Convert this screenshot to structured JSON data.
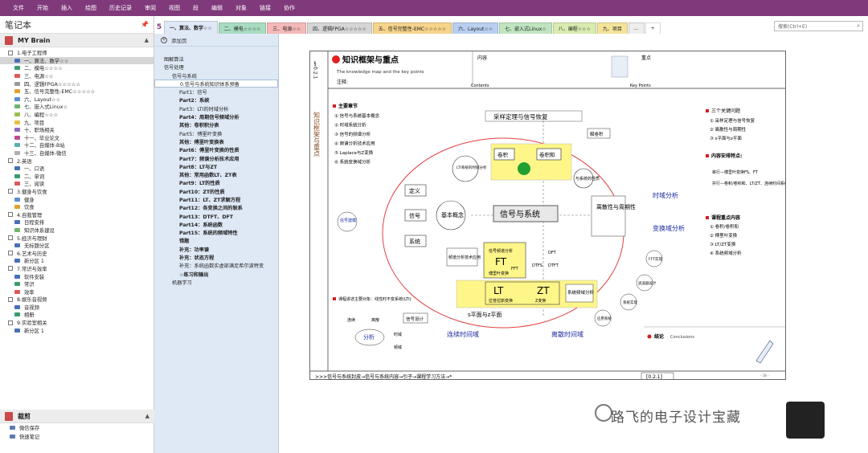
{
  "menu": [
    "文件",
    "开始",
    "插入",
    "绘图",
    "历史记录",
    "审阅",
    "视图",
    "段",
    "编辑",
    "对象",
    "链接",
    "协作"
  ],
  "notebook": {
    "title": "笔记本",
    "name": "MY Brain",
    "sections": [
      {
        "label": "1.电子工程师",
        "type": "group",
        "color": "#777"
      },
      {
        "label": "一、算法、数学☆☆",
        "type": "item",
        "color": "#4a6fb5",
        "selected": true
      },
      {
        "label": "二、模电☆☆☆☆",
        "type": "item",
        "color": "#3b9b6f"
      },
      {
        "label": "三、电源☆☆",
        "type": "item",
        "color": "#d95a5a"
      },
      {
        "label": "四、逻辑FPGA☆☆☆☆☆",
        "type": "item",
        "color": "#9a9a9a"
      },
      {
        "label": "五、信号完整性-EMC☆☆☆☆☆",
        "type": "item",
        "color": "#e0a030"
      },
      {
        "label": "六、Layout☆☆",
        "type": "item",
        "color": "#5a8fd0"
      },
      {
        "label": "七、嵌入式Linux☆",
        "type": "item",
        "color": "#6db56d"
      },
      {
        "label": "八、编程☆☆☆",
        "type": "item",
        "color": "#9ac050"
      },
      {
        "label": "九、项目",
        "type": "item",
        "color": "#e8c040"
      },
      {
        "label": "十、职场相关",
        "type": "item",
        "color": "#8f6bc0"
      },
      {
        "label": "十一、毕业论文",
        "type": "item",
        "color": "#c04a8f"
      },
      {
        "label": "十二、自媒体-B站",
        "type": "item",
        "color": "#5ab0b0"
      },
      {
        "label": "十三、自媒体-微信",
        "type": "item",
        "color": "#b0b0b0"
      },
      {
        "label": "2.英语",
        "type": "group",
        "color": "#777"
      },
      {
        "label": "一、口语",
        "type": "item",
        "color": "#4a6fb5"
      },
      {
        "label": "二、单词",
        "type": "item",
        "color": "#3b9b6f"
      },
      {
        "label": "三、阅读",
        "type": "item",
        "color": "#d95a5a"
      },
      {
        "label": "3.健身与饮食",
        "type": "group",
        "color": "#777"
      },
      {
        "label": "健身",
        "type": "item",
        "color": "#5a8fd0"
      },
      {
        "label": "饮食",
        "type": "item",
        "color": "#e0a030"
      },
      {
        "label": "4.自我管理",
        "type": "group",
        "color": "#777"
      },
      {
        "label": "日程安排",
        "type": "item",
        "color": "#4a6fb5"
      },
      {
        "label": "知识体系建设",
        "type": "item",
        "color": "#6db56d"
      },
      {
        "label": "5.经济与理财",
        "type": "group",
        "color": "#777"
      },
      {
        "label": "无标题分区",
        "type": "item",
        "color": "#4a6fb5"
      },
      {
        "label": "6.艺术与历史",
        "type": "group",
        "color": "#777"
      },
      {
        "label": "新分区 1",
        "type": "item",
        "color": "#4a6fb5"
      },
      {
        "label": "7.常识与效率",
        "type": "group",
        "color": "#777"
      },
      {
        "label": "软件安装",
        "type": "item",
        "color": "#4a6fb5"
      },
      {
        "label": "常识",
        "type": "item",
        "color": "#3b9b6f"
      },
      {
        "label": "效率",
        "type": "item",
        "color": "#d95a5a"
      },
      {
        "label": "8.娱乐音视频",
        "type": "group",
        "color": "#777"
      },
      {
        "label": "音视频",
        "type": "item",
        "color": "#4a6fb5"
      },
      {
        "label": "相册",
        "type": "item",
        "color": "#3b9b6f"
      },
      {
        "label": "9.实验室相关",
        "type": "group",
        "color": "#777"
      },
      {
        "label": "新分区 1",
        "type": "item",
        "color": "#4a6fb5"
      }
    ],
    "second_name": "裁剪",
    "quick": [
      "微信保存",
      "快速笔记"
    ]
  },
  "tabs": {
    "number": "5",
    "items": [
      {
        "label": "一、算法、数学☆☆",
        "color": "#dfe9f6",
        "active": true
      },
      {
        "label": "二、模电☆☆☆☆",
        "color": "#a8dcc0"
      },
      {
        "label": "三、电源☆☆",
        "color": "#f4b8b8"
      },
      {
        "label": "四、逻辑FPGA☆☆☆☆☆",
        "color": "#d6d6d6"
      },
      {
        "label": "五、信号完整性-EMC☆☆☆☆☆",
        "color": "#f6d48a"
      },
      {
        "label": "六、Layout☆☆",
        "color": "#b8cff0"
      },
      {
        "label": "七、嵌入式Linux☆",
        "color": "#c0e4c0"
      },
      {
        "label": "八、编程☆☆☆",
        "color": "#d8ecb0"
      },
      {
        "label": "九、项目",
        "color": "#f4e49a"
      },
      {
        "label": "...",
        "color": "#eeeeee"
      }
    ],
    "plus": "+",
    "search_placeholder": "搜索(Ctrl+E)"
  },
  "pages": {
    "add_label": "添加页",
    "items": [
      {
        "label": "",
        "level": 0
      },
      {
        "label": "图解算法",
        "level": 0
      },
      {
        "label": "信号处理",
        "level": 0
      },
      {
        "label": "信号与系统",
        "level": 1
      },
      {
        "label": "0.信号与系统知识体系预备",
        "level": 2,
        "selected": true
      },
      {
        "label": "Part1：信号",
        "level": 2
      },
      {
        "label": "Part2：系统",
        "level": 2,
        "bold": true
      },
      {
        "label": "Part3：LTI的时域分析",
        "level": 2
      },
      {
        "label": "Part4：周期信号频域分析",
        "level": 2,
        "bold": true
      },
      {
        "label": "其他：卷积积分表",
        "level": 2,
        "bold": true
      },
      {
        "label": "Part5：傅里叶变换",
        "level": 2
      },
      {
        "label": "其他：傅里叶变换表",
        "level": 2,
        "bold": true
      },
      {
        "label": "Part6：傅里叶变换的性质",
        "level": 2,
        "bold": true
      },
      {
        "label": "Part7：频谱分析技术应用",
        "level": 2,
        "bold": true
      },
      {
        "label": "Part8：LT与ZT",
        "level": 2,
        "bold": true
      },
      {
        "label": "其他：常用函数LT、ZT表",
        "level": 2,
        "bold": true
      },
      {
        "label": "Part9：LT的性质",
        "level": 2,
        "bold": true
      },
      {
        "label": "Part10：ZT的性质",
        "level": 2,
        "bold": true
      },
      {
        "label": "Part11：LT、ZT求解方程",
        "level": 2,
        "bold": true
      },
      {
        "label": "Part12：各变换之间的联系",
        "level": 2,
        "bold": true
      },
      {
        "label": "Part13：DTFT、DFT",
        "level": 2,
        "bold": true
      },
      {
        "label": "Part14：系统函数",
        "level": 2,
        "bold": true
      },
      {
        "label": "Part15：系统的频域特性",
        "level": 2,
        "bold": true
      },
      {
        "label": "错题",
        "level": 2,
        "bold": true
      },
      {
        "label": "补充：功率谱",
        "level": 2,
        "bold": true
      },
      {
        "label": "补充：状态方程",
        "level": 2,
        "bold": true
      },
      {
        "label": "补充：系统函数实虚部满足希尔波特变",
        "level": 2
      },
      {
        "label": "☆练习和输出",
        "level": 2,
        "bold": true
      },
      {
        "label": "机器学习",
        "level": 1
      }
    ]
  },
  "doc": {
    "side_title": "§0.2.1",
    "side_vert": "知识框架与重点",
    "heading": "知识框架与重点",
    "heading_en": "The knowledge map and the key points",
    "note": "注释:",
    "contents_cn": "内容",
    "contents_en": "Contents",
    "key_cn": "重点",
    "key_en": "Key Points",
    "main_title": "主要章节",
    "chapters": [
      "① 信号与系统基本概念",
      "② 时域系统分析",
      "③ 信号的频谱分析",
      "④ 频谱分析技术应用",
      "⑤ Laplace与Z变换",
      "⑥ 系统变换域分析"
    ],
    "top_caption": "采样定理与信号恢复",
    "center": "信号与系统",
    "basic": "基本概念",
    "signal": "信号",
    "system": "系统",
    "define": "定义",
    "ft": "FT",
    "ft_sub": "信号频谱分析",
    "ft_under": "傅里叶变换",
    "lt": "LT",
    "zt": "ZT",
    "lt_sub": "拉普拉斯变换",
    "zt_sub": "Z变换",
    "conv": "卷积",
    "conv_sum": "卷积和",
    "sys_char": "与系统的性质",
    "freq_tech": "频谱分析技术应用",
    "discrete": "离散性与周期性",
    "fft": "FFT",
    "dft": "DFT",
    "dtfs": "DTFS",
    "dtft": "DTFT",
    "sys_freq": "系统频域分析",
    "s_plane": "s平面与z平面",
    "cont_time": "连续时间域",
    "disc_time": "离散时间域",
    "time_analysis": "时域分析",
    "freq_analysis": "变换域分析",
    "signal_model": "信号建模",
    "sig_design": "信号设计",
    "fft_impl": "FFT实现",
    "filter_design": "滤波器设计",
    "sys_impl": "系统实现",
    "apply_sys": "应用系统",
    "conv_node": "解卷积",
    "lti_box": "LTI系统的时域分析",
    "lti_note": "课程讲述主要对象：线性时不变系统(LTI)",
    "analysis": "分析",
    "conn": "连续",
    "disc": "离散",
    "time_dom": "时域",
    "freq_dom": "频域",
    "key_title": "三个关键问题",
    "key_items": [
      "① 采样定理与信号恢复",
      "② 离散性与周期性",
      "③ s平面与z平面"
    ],
    "content_title": "内容安排特点:",
    "content_items": [
      "串行—傅里叶变换FS、FT",
      "并行—卷积/卷积和、LT/ZT、连续时间系统-离散时间系统"
    ],
    "course_title": "课程重点内容",
    "course_items": [
      "① 卷积/卷积和",
      "② 傅里叶变换",
      "③ LT/ZT变换",
      "④ 系统频域分析"
    ],
    "conclusion": "结论",
    "conclusion_en": "Conclusions",
    "footer_path": ">>>信号与系统封皮→信号与系统内容→引子→课程学习方法→*",
    "footer_num": "[0.2.1]",
    "page_no": "- 18 -"
  },
  "watermark": "路飞的电子设计宝藏"
}
